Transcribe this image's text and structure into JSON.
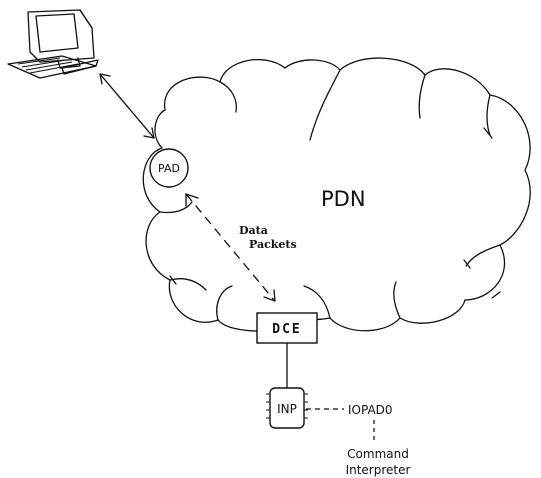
{
  "labels": {
    "network": "PDN",
    "pad": "PAD",
    "data_line1": "Data",
    "data_line2": "Packets",
    "dce": "DCE",
    "inp": "INP",
    "iopad": "IOPAD0",
    "command_line1": "Command",
    "command_line2": "Interpreter"
  },
  "icons": {
    "terminal": "computer-terminal-icon"
  }
}
